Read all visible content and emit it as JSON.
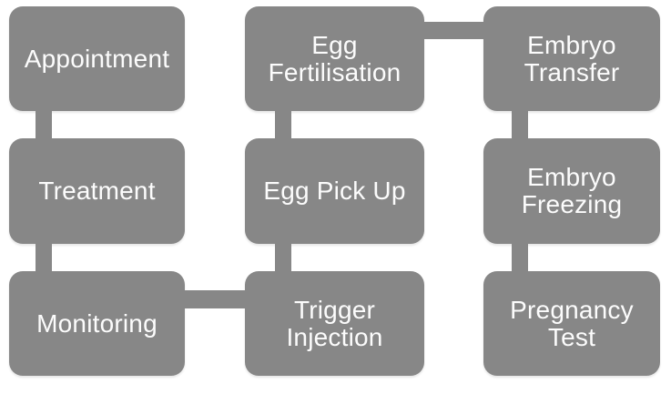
{
  "diagram": {
    "type": "flowchart",
    "colors": {
      "background": "#ffffff",
      "box": "#878787",
      "text": "#fcfcfc"
    },
    "steps": [
      {
        "id": "appointment",
        "label": "Appointment"
      },
      {
        "id": "treatment",
        "label": "Treatment"
      },
      {
        "id": "monitoring",
        "label": "Monitoring"
      },
      {
        "id": "egg-fertilisation",
        "label": "Egg\nFertilisation"
      },
      {
        "id": "egg-pick-up",
        "label": "Egg Pick Up"
      },
      {
        "id": "trigger-injection",
        "label": "Trigger\nInjection"
      },
      {
        "id": "embryo-transfer",
        "label": "Embryo\nTransfer"
      },
      {
        "id": "embryo-freezing",
        "label": "Embryo\nFreezing"
      },
      {
        "id": "pregnancy-test",
        "label": "Pregnancy Test"
      }
    ],
    "connections": [
      [
        "Appointment",
        "Treatment"
      ],
      [
        "Treatment",
        "Monitoring"
      ],
      [
        "Monitoring",
        "Trigger Injection"
      ],
      [
        "Trigger Injection",
        "Egg Pick Up"
      ],
      [
        "Egg Pick Up",
        "Egg Fertilisation"
      ],
      [
        "Egg Fertilisation",
        "Embryo Transfer"
      ],
      [
        "Embryo Transfer",
        "Embryo Freezing"
      ],
      [
        "Embryo Freezing",
        "Pregnancy Test"
      ]
    ]
  }
}
